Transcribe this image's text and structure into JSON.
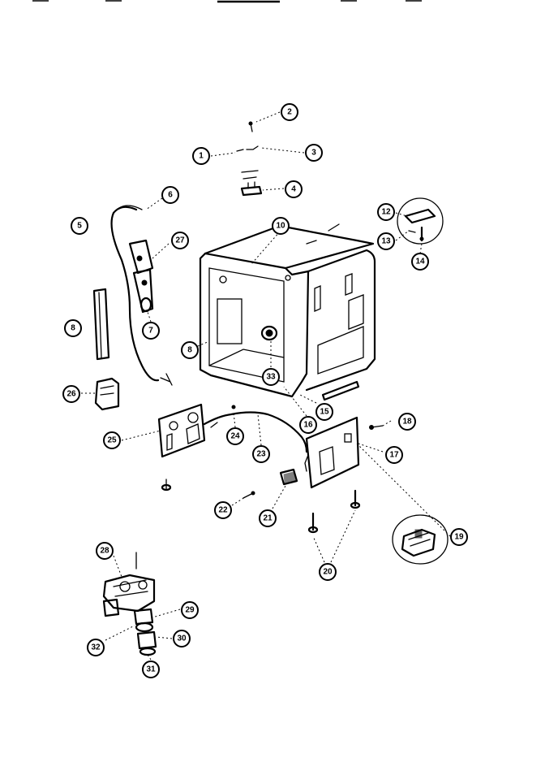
{
  "callouts": [
    {
      "id": "c1",
      "label": "1"
    },
    {
      "id": "c2",
      "label": "2"
    },
    {
      "id": "c3",
      "label": "3"
    },
    {
      "id": "c4",
      "label": "4"
    },
    {
      "id": "c5",
      "label": "5"
    },
    {
      "id": "c6",
      "label": "6"
    },
    {
      "id": "c7",
      "label": "7"
    },
    {
      "id": "c8a",
      "label": "8"
    },
    {
      "id": "c8b",
      "label": "8"
    },
    {
      "id": "c10",
      "label": "10"
    },
    {
      "id": "c12",
      "label": "12"
    },
    {
      "id": "c13",
      "label": "13"
    },
    {
      "id": "c14",
      "label": "14"
    },
    {
      "id": "c15",
      "label": "15"
    },
    {
      "id": "c16",
      "label": "16"
    },
    {
      "id": "c17",
      "label": "17"
    },
    {
      "id": "c18",
      "label": "18"
    },
    {
      "id": "c19",
      "label": "19"
    },
    {
      "id": "c20",
      "label": "20"
    },
    {
      "id": "c21",
      "label": "21"
    },
    {
      "id": "c22",
      "label": "22"
    },
    {
      "id": "c23",
      "label": "23"
    },
    {
      "id": "c24",
      "label": "24"
    },
    {
      "id": "c25",
      "label": "25"
    },
    {
      "id": "c26",
      "label": "26"
    },
    {
      "id": "c27",
      "label": "27"
    },
    {
      "id": "c28",
      "label": "28"
    },
    {
      "id": "c29",
      "label": "29"
    },
    {
      "id": "c30",
      "label": "30"
    },
    {
      "id": "c31",
      "label": "31"
    },
    {
      "id": "c32",
      "label": "32"
    },
    {
      "id": "c33",
      "label": "33"
    }
  ]
}
